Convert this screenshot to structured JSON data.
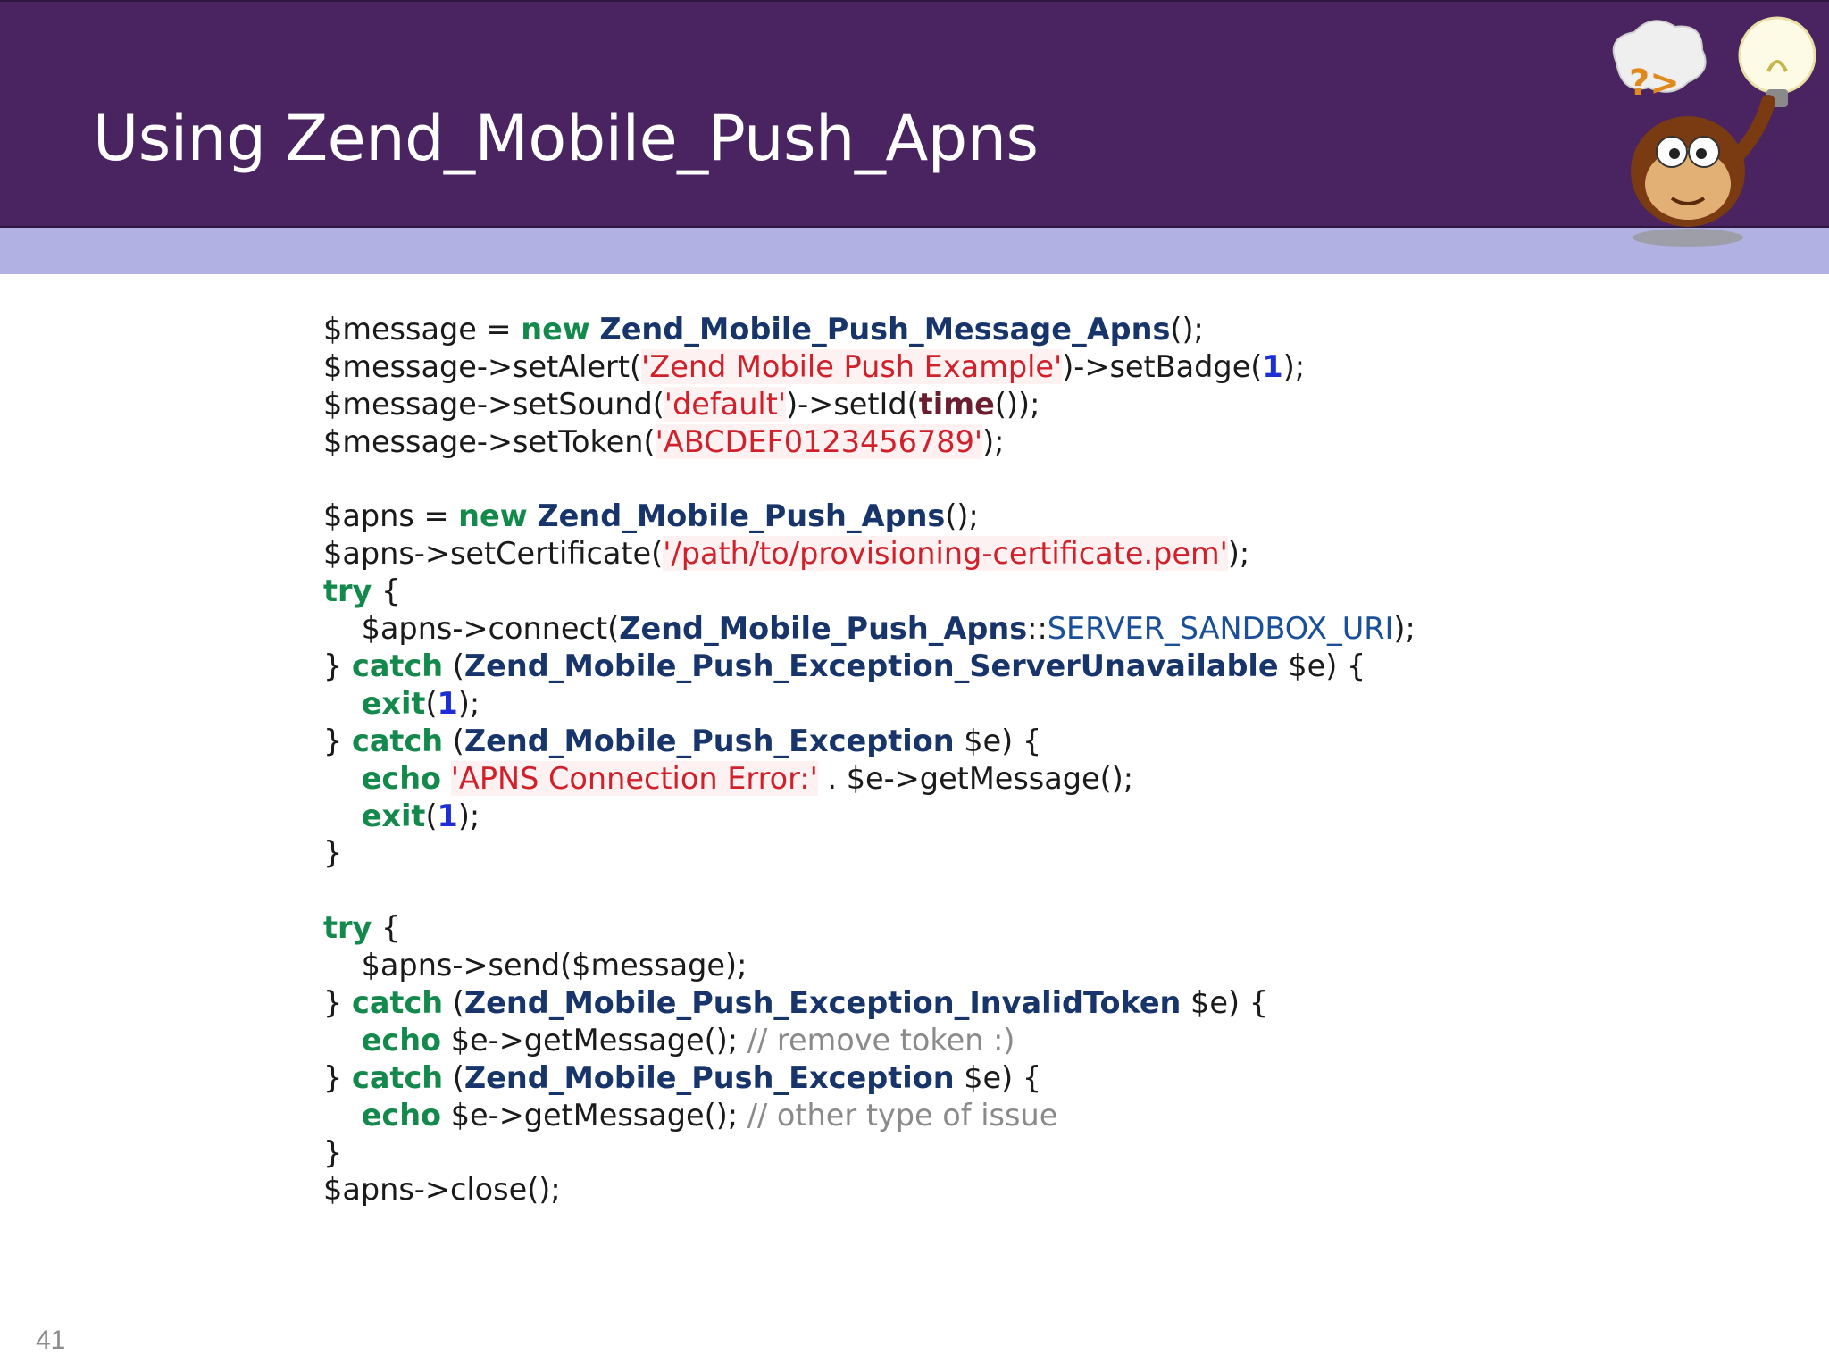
{
  "slide": {
    "title": "Using Zend_Mobile_Push_Apns",
    "page_number": "41",
    "mascot_bubble": "?>"
  },
  "colors": {
    "header_bg": "#4a2461",
    "stripe_bg": "#b1b1e4",
    "keyword": "#138a4b",
    "class_name": "#17356b",
    "string": "#d0202a",
    "number": "#1c2fd6",
    "comment": "#8a8a8a"
  },
  "code": {
    "l01": {
      "a": "$message = ",
      "kw": "new",
      "sp": " ",
      "cls": "Zend_Mobile_Push_Message_Apns",
      "b": "();"
    },
    "l02": {
      "a": "$message->setAlert(",
      "str": "'Zend Mobile Push Example'",
      "b": ")->setBadge(",
      "num": "1",
      "c": ");"
    },
    "l03": {
      "a": "$message->setSound(",
      "str": "'default'",
      "b": ")->setId(",
      "fn": "time",
      "c": "());"
    },
    "l04": {
      "a": "$message->setToken(",
      "str": "'ABCDEF0123456789'",
      "b": ");"
    },
    "l05": {
      "a": ""
    },
    "l06": {
      "a": "$apns = ",
      "kw": "new",
      "sp": " ",
      "cls": "Zend_Mobile_Push_Apns",
      "b": "();"
    },
    "l07": {
      "a": "$apns->setCertificate(",
      "str": "'/path/to/provisioning-certificate.pem'",
      "b": ");"
    },
    "l08": {
      "kw": "try",
      "b": " {"
    },
    "l09": {
      "a": "    $apns->connect(",
      "cls": "Zend_Mobile_Push_Apns",
      "sep": "::",
      "const": "SERVER_SANDBOX_URI",
      "b": ");"
    },
    "l10": {
      "a": "} ",
      "kw": "catch",
      "b": " (",
      "cls": "Zend_Mobile_Push_Exception_ServerUnavailable",
      "c": " $e) {"
    },
    "l11": {
      "a": "    ",
      "kw": "exit",
      "b": "(",
      "num": "1",
      "c": ");"
    },
    "l12": {
      "a": "} ",
      "kw": "catch",
      "b": " (",
      "cls": "Zend_Mobile_Push_Exception",
      "c": " $e) {"
    },
    "l13": {
      "a": "    ",
      "kw": "echo",
      "sp": " ",
      "str": "'APNS Connection Error:'",
      "b": " . $e->getMessage();"
    },
    "l14": {
      "a": "    ",
      "kw": "exit",
      "b": "(",
      "num": "1",
      "c": ");"
    },
    "l15": {
      "a": "}"
    },
    "l16": {
      "a": ""
    },
    "l17": {
      "kw": "try",
      "b": " {"
    },
    "l18": {
      "a": "    $apns->send($message);"
    },
    "l19": {
      "a": "} ",
      "kw": "catch",
      "b": " (",
      "cls": "Zend_Mobile_Push_Exception_InvalidToken",
      "c": " $e) {"
    },
    "l20": {
      "a": "    ",
      "kw": "echo",
      "b": " $e->getMessage(); ",
      "cmt": "// remove token :)"
    },
    "l21": {
      "a": "} ",
      "kw": "catch",
      "b": " (",
      "cls": "Zend_Mobile_Push_Exception",
      "c": " $e) {"
    },
    "l22": {
      "a": "    ",
      "kw": "echo",
      "b": " $e->getMessage(); ",
      "cmt": "// other type of issue"
    },
    "l23": {
      "a": "}"
    },
    "l24": {
      "a": "$apns->close();"
    }
  }
}
